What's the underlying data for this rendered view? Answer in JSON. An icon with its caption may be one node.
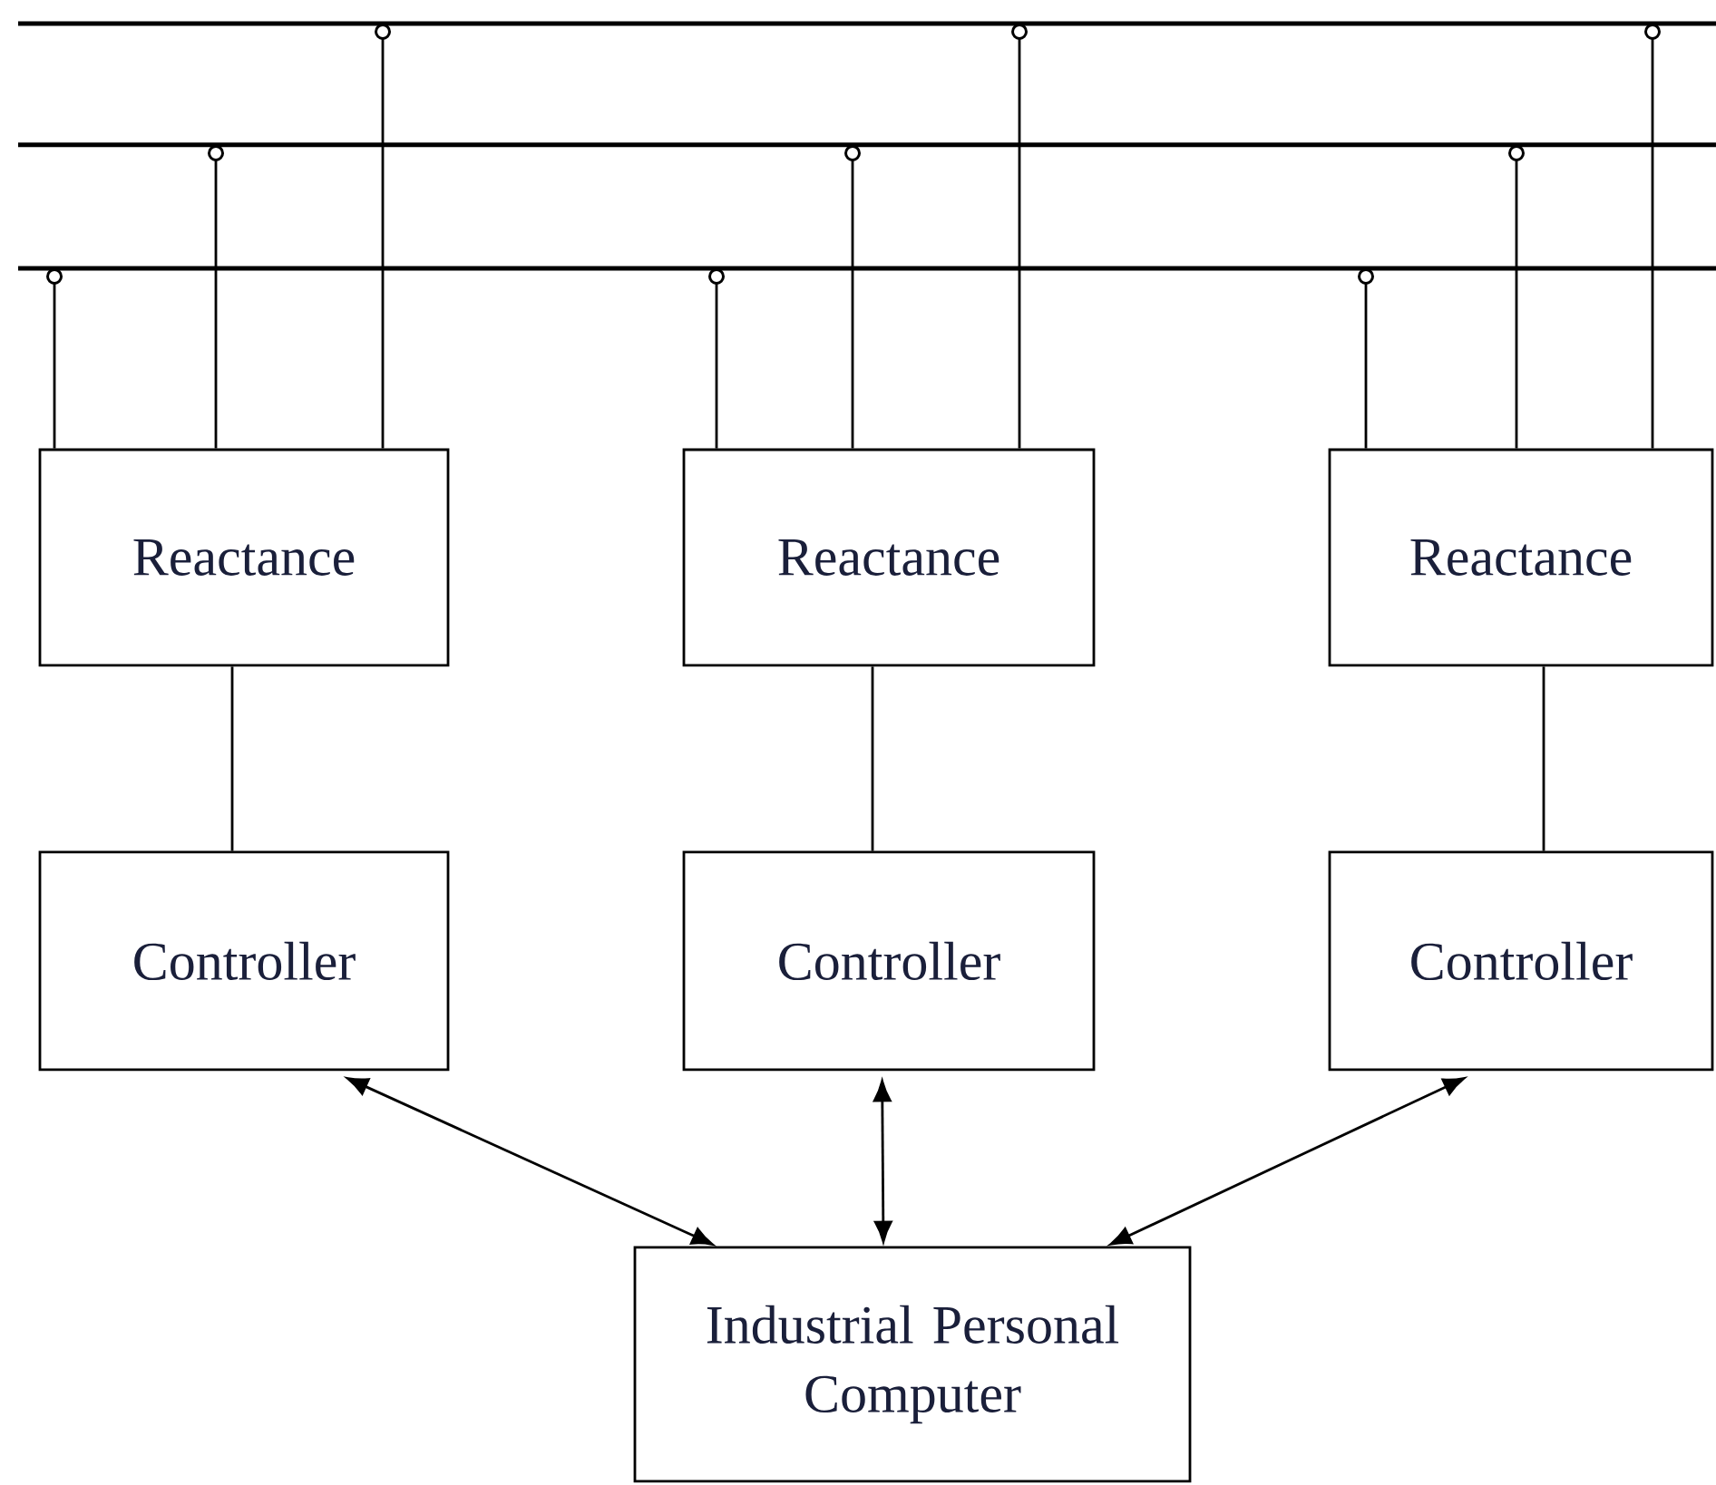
{
  "diagram": {
    "nodes": [
      {
        "text": [],
        "shape": "bar"
      },
      {
        "text": [],
        "shape": "bar"
      },
      {
        "text": [],
        "shape": "bar"
      },
      {
        "text": [
          "Reactance"
        ]
      },
      {
        "text": [
          "Reactance"
        ]
      },
      {
        "text": [
          "Reactance"
        ]
      },
      {
        "text": [
          "Controller"
        ]
      },
      {
        "text": [
          "Controller"
        ]
      },
      {
        "text": [
          "Controller"
        ]
      },
      {
        "text": [
          "Industrial Personal Computer"
        ]
      }
    ],
    "edges": [
      {
        "from": 3,
        "to": 2,
        "arrow": "other"
      },
      {
        "from": 3,
        "to": 1,
        "arrow": "other"
      },
      {
        "from": 3,
        "to": 0,
        "arrow": "other"
      },
      {
        "from": 4,
        "to": 2,
        "arrow": "other"
      },
      {
        "from": 4,
        "to": 1,
        "arrow": "other"
      },
      {
        "from": 4,
        "to": 0,
        "arrow": "other"
      },
      {
        "from": 5,
        "to": 2,
        "arrow": "other"
      },
      {
        "from": 5,
        "to": 1,
        "arrow": "other"
      },
      {
        "from": 5,
        "to": 0,
        "arrow": "other"
      },
      {
        "from": 3,
        "to": 6,
        "arrow": "none"
      },
      {
        "from": 4,
        "to": 7,
        "arrow": "none"
      },
      {
        "from": 5,
        "to": 8,
        "arrow": "none"
      },
      {
        "from": 6,
        "to": 9,
        "arrow": "both"
      },
      {
        "from": 7,
        "to": 9,
        "arrow": "both"
      },
      {
        "from": 8,
        "to": 9,
        "arrow": "both"
      }
    ]
  }
}
